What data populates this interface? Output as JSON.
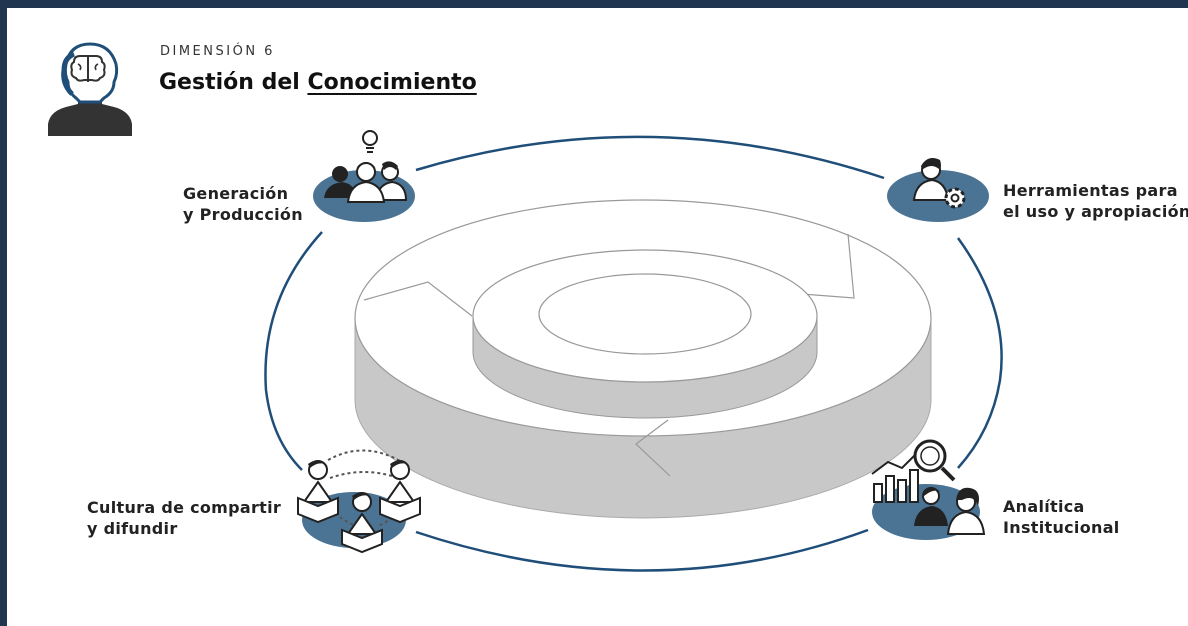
{
  "header": {
    "eyebrow": "DIMENSIÓN 6",
    "title_part1": "Gestión del ",
    "title_part2": "Conocimiento"
  },
  "nodes": {
    "generacion": {
      "line1": "Generación",
      "line2": "y Producción",
      "icon": "team-idea-icon"
    },
    "herramientas": {
      "line1": "Herramientas para",
      "line2": "el uso y apropiación",
      "icon": "person-gear-icon"
    },
    "cultura": {
      "line1": "Cultura de compartir",
      "line2": "y difundir",
      "icon": "people-sharing-icon"
    },
    "analitica": {
      "line1": "Analítica",
      "line2": "Institucional",
      "icon": "analytics-people-icon"
    }
  },
  "colors": {
    "frame": "#1f3550",
    "ring": "#1f4e79",
    "node": "#4b7394",
    "disk_side": "#c8c8c8",
    "icon_dark": "#222222"
  }
}
